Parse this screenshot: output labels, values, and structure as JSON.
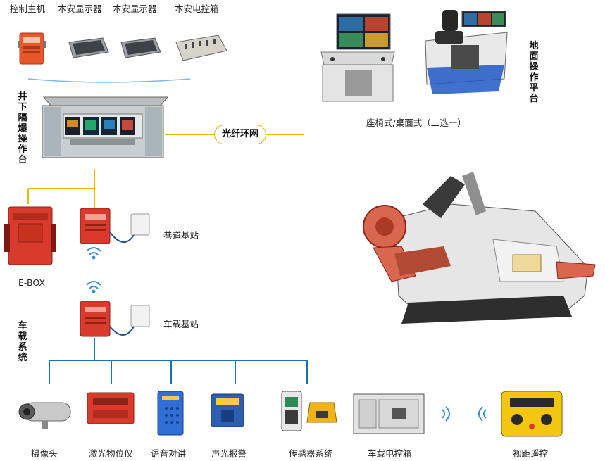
{
  "top_devices": {
    "control_host": "控制主机",
    "display_1": "本安显示器",
    "display_2": "本安显示器",
    "control_box": "本安电控箱"
  },
  "underground_console": "井下隔爆操作台",
  "fiber_ring": "光纤环网",
  "ground_platform": "地面操作平台",
  "ground_option": "座椅式/桌面式（二选一）",
  "ebox": "E-BOX",
  "roadway_station": "巷道基站",
  "vehicle_station": "车载基站",
  "vehicle_system": "车载系统",
  "peripherals": {
    "camera": "摄像头",
    "laser": "激光物位仪",
    "intercom": "语音对讲",
    "alarm": "声光报警",
    "sensor": "传感器系统",
    "vehicle_box": "车载电控箱",
    "remote": "视距遥控"
  },
  "colors": {
    "fiber_line": "#e6b800",
    "bus_line": "#1f6fb2",
    "device_red": "#d93a2b",
    "wifi": "#3a8fd0"
  }
}
